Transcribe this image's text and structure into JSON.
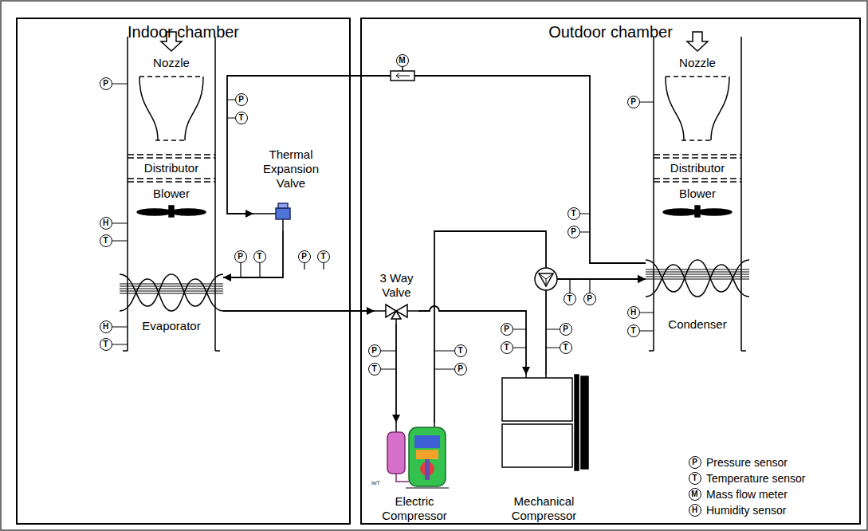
{
  "diagram": {
    "nodes": [
      {
        "text": [
          "Indoor chamber"
        ]
      },
      {
        "text": [
          "Nozzle",
          "Distributor",
          "Blower",
          "Evaporator"
        ],
        "in": 0
      },
      {
        "text": [
          "Thermal Expansion Valve"
        ],
        "in": 0
      },
      {
        "text": [
          "Outdoor chamber"
        ]
      },
      {
        "text": [
          "3 Way Valve"
        ],
        "in": 3
      },
      {
        "text": [
          "Electric Compressor"
        ],
        "in": 3
      },
      {
        "text": [
          "Mechanical Compressor"
        ],
        "in": 3
      },
      {
        "text": [
          "Nozzle",
          "Distributor",
          "Blower",
          "Condenser"
        ],
        "in": 3
      }
    ],
    "edges": [
      {
        "from": 1,
        "to": 4,
        "arrow": "to"
      },
      {
        "from": 4,
        "to": 5,
        "arrow": "to"
      },
      {
        "from": 4,
        "to": 6,
        "arrow": "to"
      },
      {
        "from": 5,
        "to": 7,
        "arrow": "to"
      },
      {
        "from": 6,
        "to": 7,
        "arrow": "to"
      },
      {
        "from": 7,
        "to": 2,
        "arrow": "to"
      },
      {
        "from": 2,
        "to": 1,
        "arrow": "to"
      }
    ],
    "labels": [
      "P",
      "H",
      "T",
      "H",
      "T",
      "P",
      "T",
      "P",
      "T",
      "P",
      "T",
      "M",
      "P",
      "T",
      "T",
      "P",
      "P",
      "T",
      "P",
      "T",
      "T",
      "P",
      "T",
      "P",
      "P",
      "H",
      "T",
      "iwT",
      "P",
      "T",
      "M",
      "H"
    ],
    "legend": [
      {
        "text": "Pressure sensor"
      },
      {
        "text": "Temperature sensor"
      },
      {
        "text": "Mass flow meter"
      },
      {
        "text": "Humidity sensor"
      }
    ]
  }
}
